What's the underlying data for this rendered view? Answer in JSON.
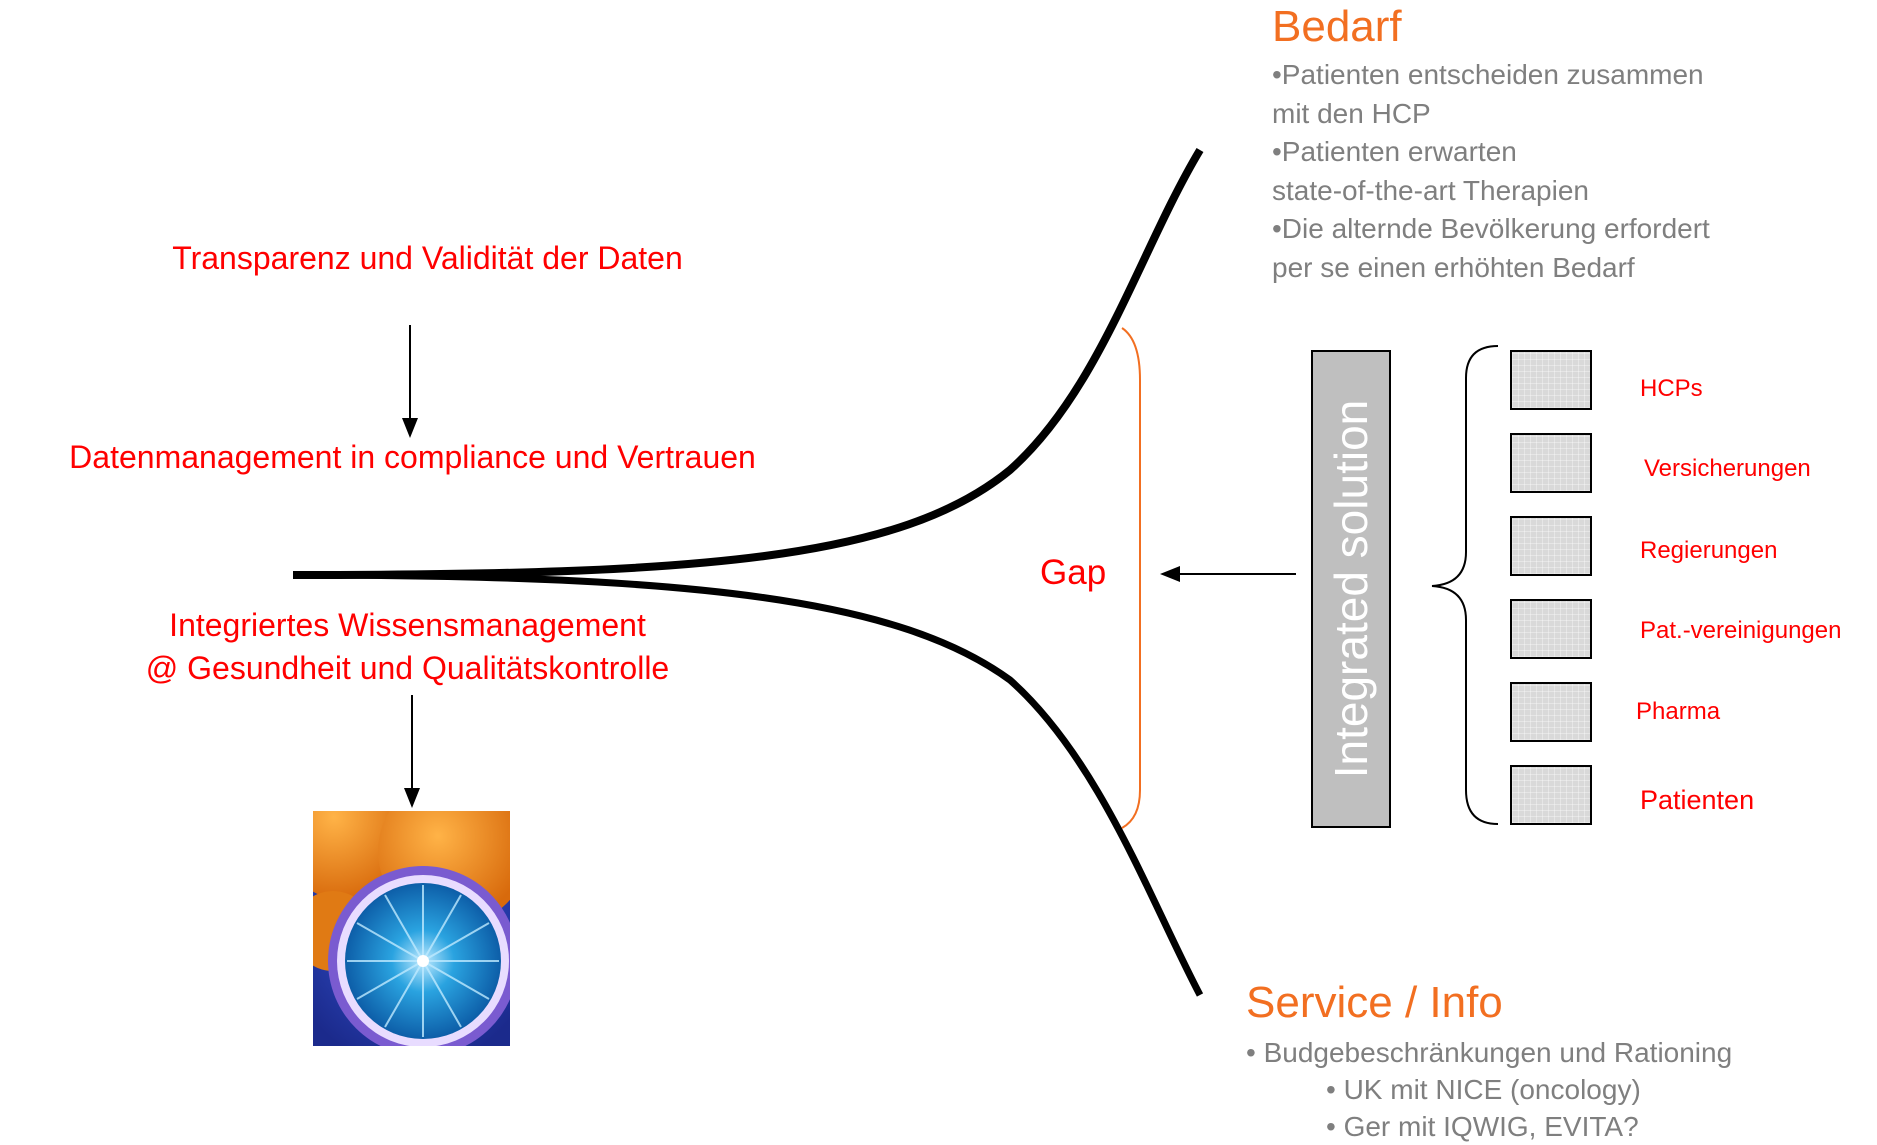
{
  "left": {
    "transparency": "Transparenz und Validität der Daten",
    "datamanagement": "Datenmanagement in compliance und Vertrauen",
    "knowledge_line1": "Integriertes Wissensmanagement",
    "knowledge_line2": "@ Gesundheit und Qualitätskontrolle"
  },
  "gap": {
    "label": "Gap"
  },
  "bedarf": {
    "title": "Bedarf",
    "lines": [
      "•Patienten entscheiden zusammen",
      "mit den HCP",
      "•Patienten erwarten",
      "state-of-the-art Therapien",
      "•Die alternde Bevölkerung erfordert",
      "per se einen erhöhten Bedarf"
    ]
  },
  "integrated": {
    "label": "Integrated solution"
  },
  "stakeholders": [
    "HCPs",
    "Versicherungen",
    "Regierungen",
    "Pat.-vereinigungen",
    "Pharma",
    "Patienten"
  ],
  "service": {
    "title": "Service / Info",
    "line1": "• Budgebeschränkungen und Rationing",
    "line2": "• UK mit NICE (oncology)",
    "line3": "• Ger mit IQWIG, EVITA?"
  },
  "colors": {
    "red_text": "#ff0000",
    "orange_heading": "#f26f21",
    "gray_text": "#7f7f7f",
    "bar_gray": "#bfbfbf",
    "box_gray": "#d9d9d9"
  }
}
